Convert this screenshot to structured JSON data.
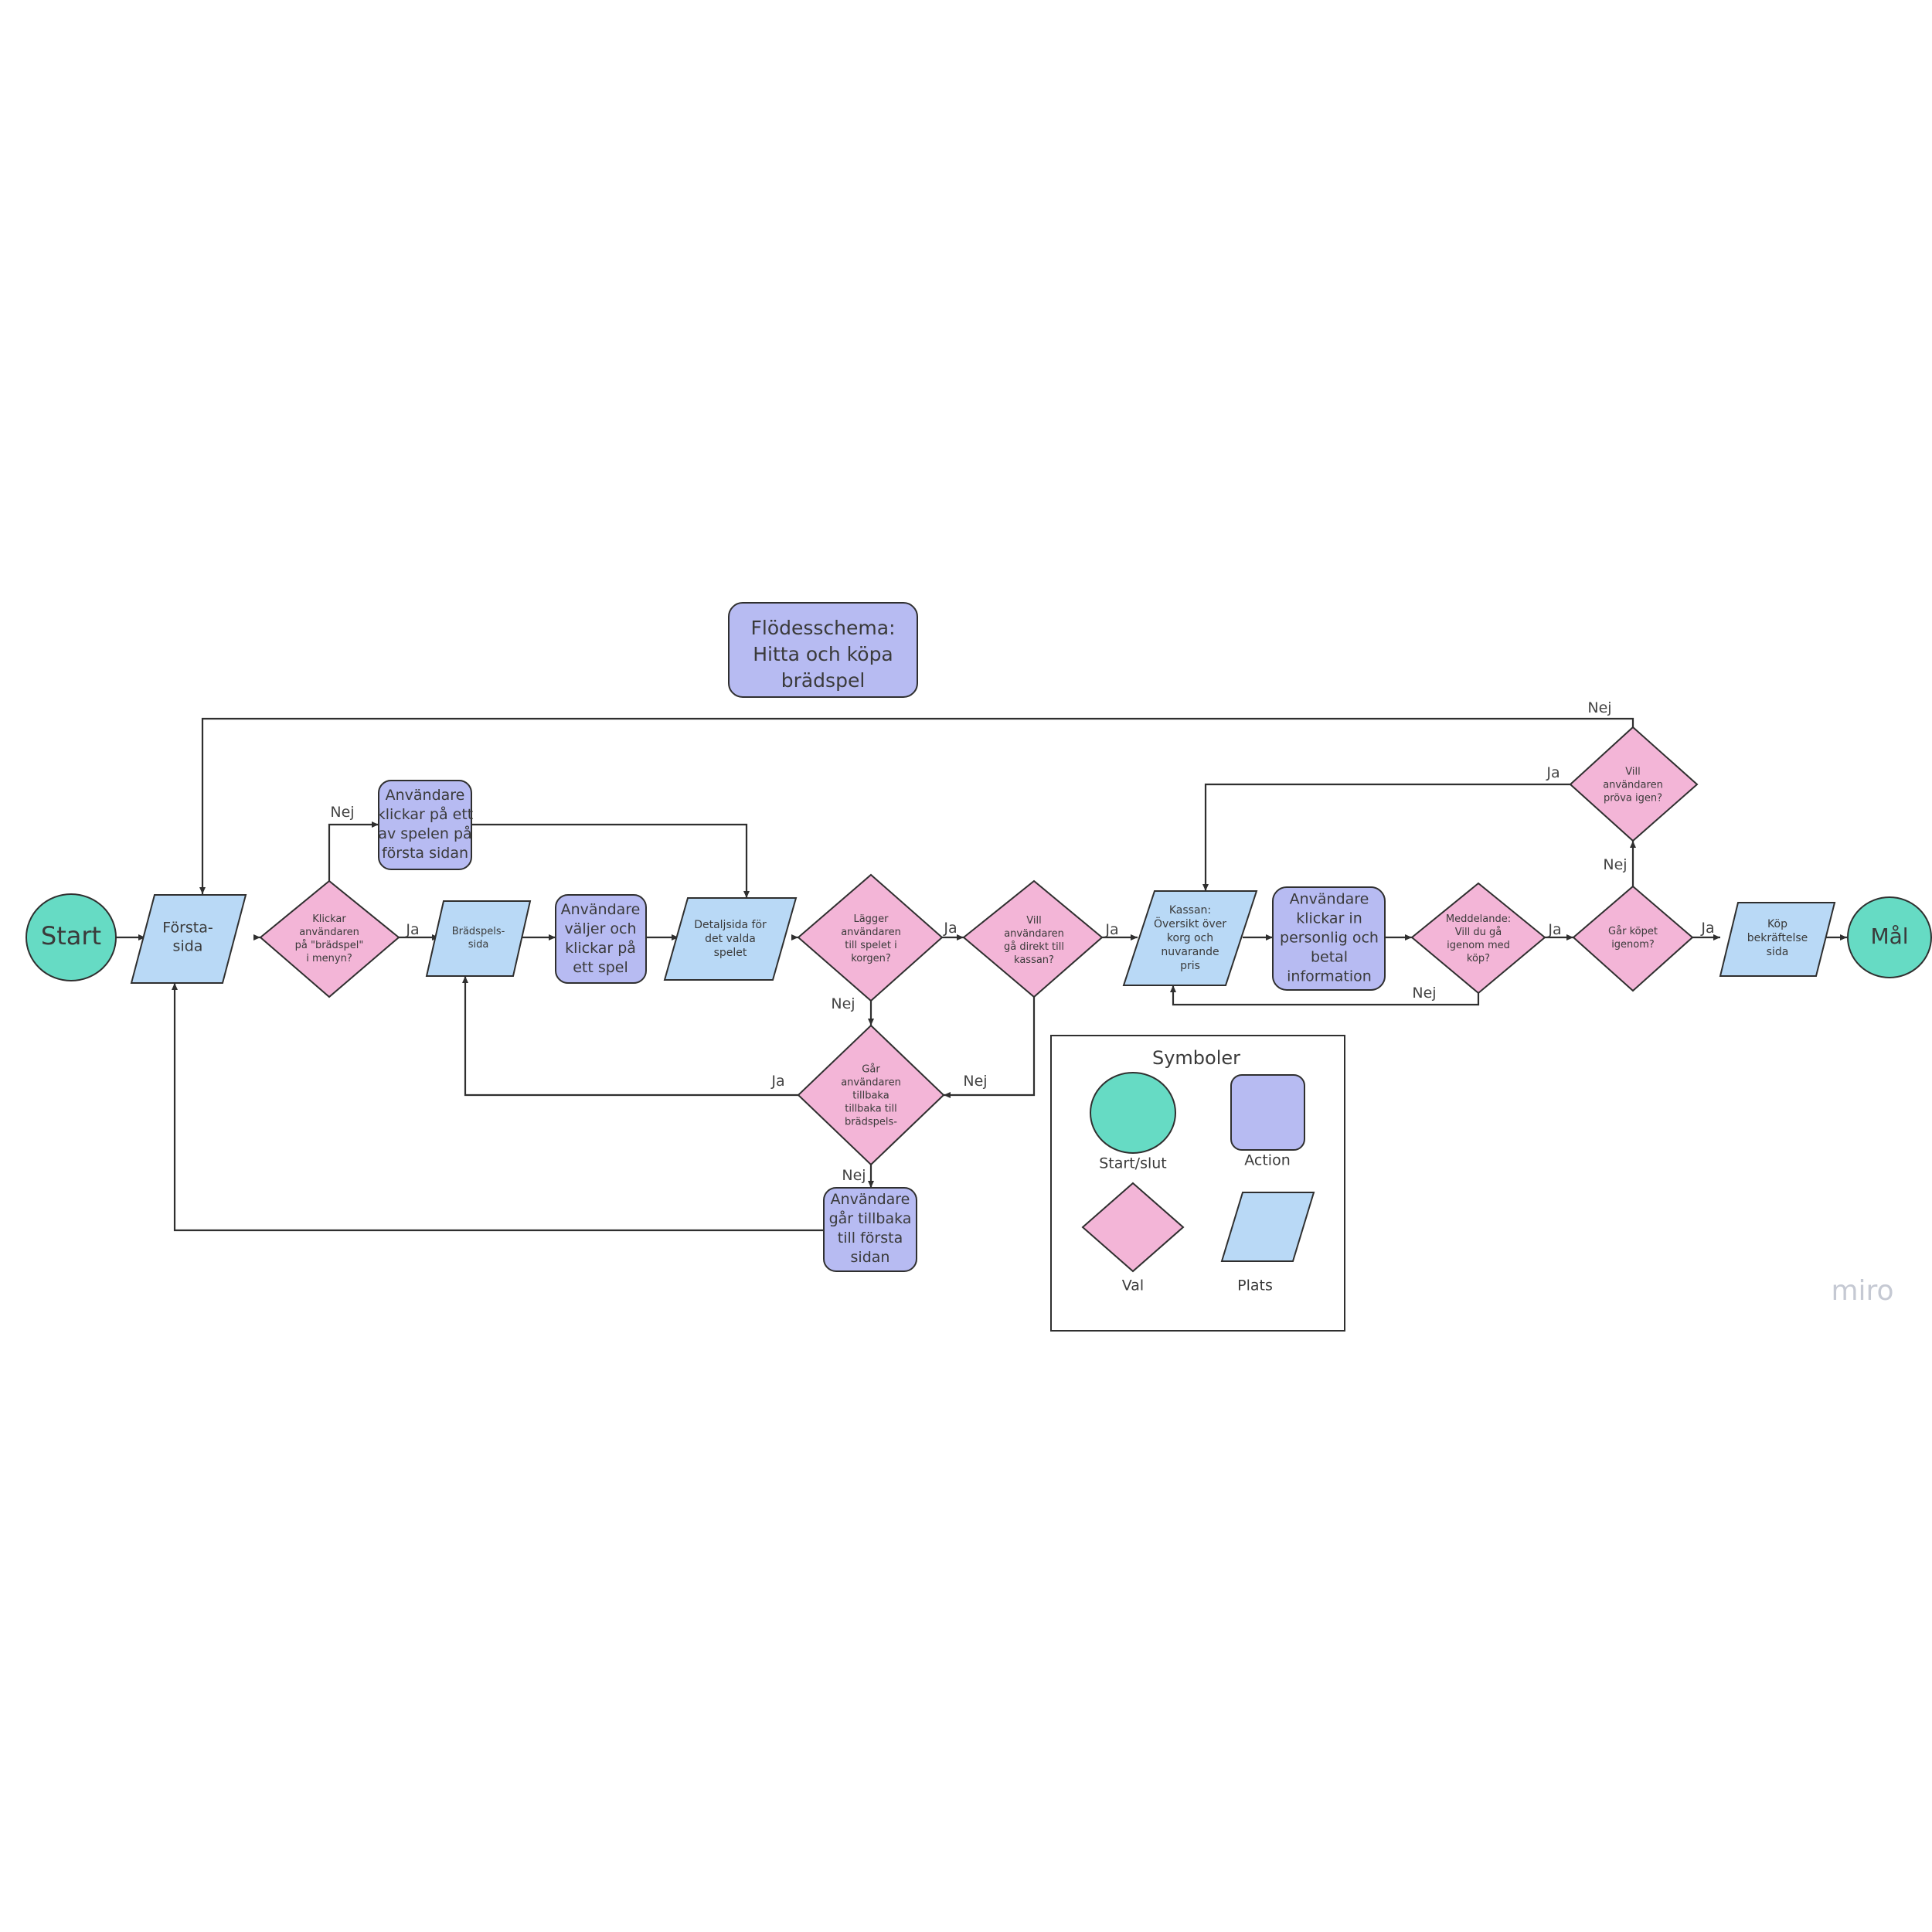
{
  "title": [
    "Flödesschema:",
    "Hitta och köpa",
    "brädspel"
  ],
  "colors": {
    "start_end": "#66dbc4",
    "action": "#b7bbf2",
    "decision": "#f3b5d7",
    "place": "#b9d9f6",
    "line": "#2f2f2f",
    "watermark": "#c5c9d3"
  },
  "nodes": {
    "start": [
      "Start"
    ],
    "forsta_sida": [
      "Första-",
      "sida"
    ],
    "d_bradspel": [
      "Klickar",
      "användaren",
      "på \"brädspel\"",
      "i menyn?"
    ],
    "a_klickar_spel": [
      "Användare",
      "klickar på ett",
      "av spelen på",
      "första sidan"
    ],
    "bradspelssida": [
      "Brädspels-",
      "sida"
    ],
    "a_valjer_spel": [
      "Användare",
      "väljer och",
      "klickar på",
      "ett spel"
    ],
    "detaljsida": [
      "Detaljsida för",
      "det valda",
      "spelet"
    ],
    "d_korgen": [
      "Lägger",
      "användaren",
      "till spelet i",
      "korgen?"
    ],
    "d_kassan": [
      "Vill",
      "användaren",
      "gå direkt till",
      "kassan?"
    ],
    "d_tillbaka": [
      "Går",
      "användaren",
      "tillbaka",
      "tillbaka till",
      "brädspels-"
    ],
    "a_forsta_sidan": [
      "Användare",
      "går tillbaka",
      "till första",
      "sidan"
    ],
    "kassan": [
      "Kassan:",
      "Översikt över",
      "korg och",
      "nuvarande",
      "pris"
    ],
    "a_personlig": [
      "Användare",
      "klickar in",
      "personlig och",
      "betal",
      "information"
    ],
    "d_meddelande": [
      "Meddelande:",
      "Vill du gå",
      "igenom med",
      "köp?"
    ],
    "d_kopet": [
      "Går köpet",
      "igenom?"
    ],
    "d_prova": [
      "Vill",
      "användaren",
      "pröva igen?"
    ],
    "kop_sida": [
      "Köp",
      "bekräftelse",
      "sida"
    ],
    "mal": [
      "Mål"
    ]
  },
  "edge_labels": {
    "ja": "Ja",
    "nej": "Nej"
  },
  "legend": {
    "title": "Symboler",
    "start_end": "Start/slut",
    "action": "Action",
    "decision": "Val",
    "place": "Plats"
  },
  "watermark": "miro"
}
